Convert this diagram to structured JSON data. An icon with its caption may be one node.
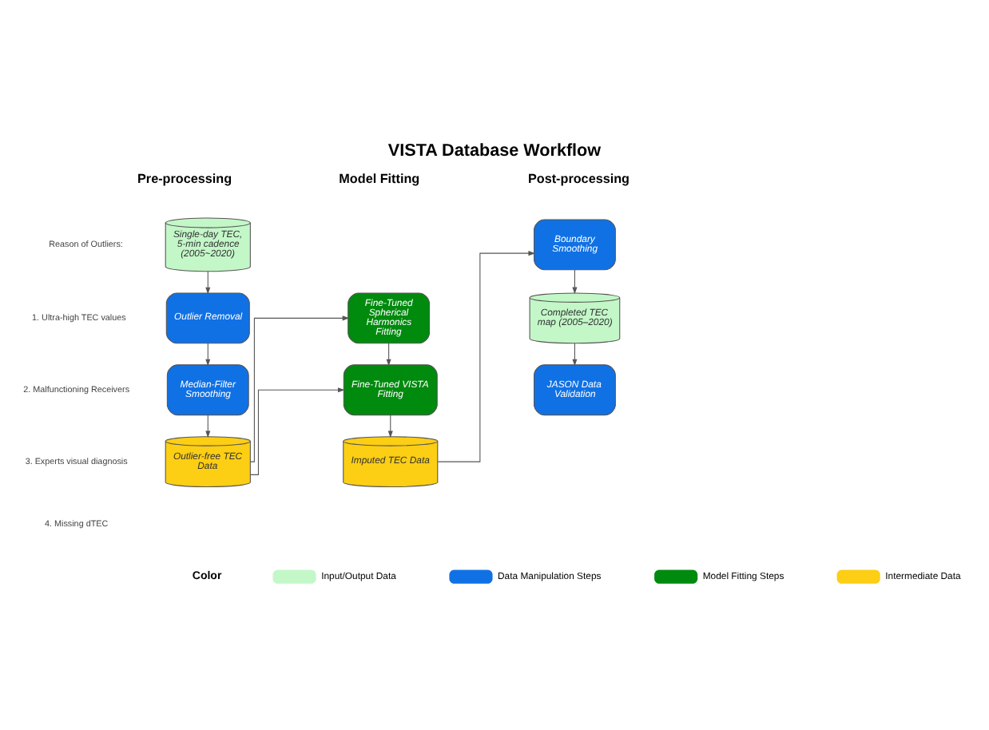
{
  "diagram": {
    "title": "VISTA Database Workflow",
    "nodes": [
      {
        "text": [
          "Single-day TEC, 5-min cadence (2005~2020)"
        ]
      },
      {
        "text": [
          "Outlier Removal"
        ]
      },
      {
        "text": [
          "Median-Filter Smoothing"
        ]
      },
      {
        "text": [
          "Outlier-free TEC Data"
        ]
      },
      {
        "text": [
          "Fine-Tuned Spherical Harmonics Fitting"
        ]
      },
      {
        "text": [
          "Fine-Tuned VISTA Fitting"
        ]
      },
      {
        "text": [
          "Imputed TEC Data"
        ]
      },
      {
        "text": [
          "Boundary Smoothing"
        ]
      },
      {
        "text": [
          "Completed TEC map (2005–2020)"
        ]
      },
      {
        "text": [
          "JASON Data Validation"
        ]
      }
    ],
    "edges": [
      {
        "from": 0,
        "to": 1,
        "arrow": "to"
      },
      {
        "from": 1,
        "to": 2,
        "arrow": "to"
      },
      {
        "from": 2,
        "to": 3,
        "arrow": "to"
      },
      {
        "from": 3,
        "to": 4,
        "arrow": "to"
      },
      {
        "from": 3,
        "to": 5,
        "arrow": "to"
      },
      {
        "from": 4,
        "to": 5,
        "arrow": "to"
      },
      {
        "from": 5,
        "to": 6,
        "arrow": "to"
      },
      {
        "from": 6,
        "to": 7,
        "arrow": "to"
      },
      {
        "from": 7,
        "to": 8,
        "arrow": "to"
      },
      {
        "from": 8,
        "to": 9,
        "arrow": "to"
      }
    ],
    "labels": [
      "Pre-processing",
      "Model Fitting",
      "Post-processing",
      "Reason of Outliers:",
      "1. Ultra-high TEC values",
      "2. Malfunctioning Receivers",
      "3. Experts visual diagnosis",
      "4. Missing dTEC",
      "Color"
    ],
    "legend": [
      {
        "text": "Input/Output Data",
        "color": "#c3f7c8"
      },
      {
        "text": "Data Manipulation Steps",
        "color": "#1071e5"
      },
      {
        "text": "Model Fitting Steps",
        "color": "#008a0e"
      },
      {
        "text": "Intermediate Data",
        "color": "#fcce14"
      }
    ]
  }
}
